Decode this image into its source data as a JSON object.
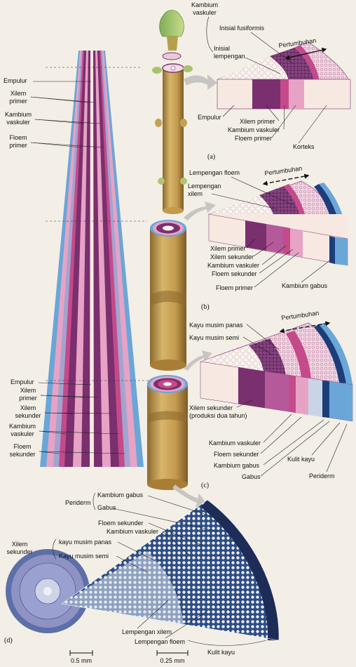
{
  "colors": {
    "blue": "#6aa6d8",
    "pink": "#e6a3c5",
    "magenta": "#c54a8a",
    "purple": "#7a2f6e",
    "cream": "#f7e9e2",
    "bark": "#b8914a",
    "dark_blue": "#1b3e7a"
  },
  "stem_labels_top": {
    "empulur": "Empulur",
    "xilem_primer_1": "Xilem",
    "xilem_primer_2": "primer",
    "kambium_vaskuler_1": "Kambium",
    "kambium_vaskuler_2": "vaskuler",
    "floem_primer_1": "Floem",
    "floem_primer_2": "primer"
  },
  "stem_labels_bottom": {
    "empulur": "Empulur",
    "xilem_primer_1": "Xilem",
    "xilem_primer_2": "primer",
    "xilem_sekunder_1": "Xilem",
    "xilem_sekunder_2": "sekunder",
    "kambium_vaskuler_1": "Kambium",
    "kambium_vaskuler_2": "vaskuler",
    "floem_sekunder_1": "Floem",
    "floem_sekunder_2": "sekunder"
  },
  "panel_a": {
    "letter": "(a)",
    "kambium_vaskuler_1": "Kambium",
    "kambium_vaskuler_2": "vaskuler",
    "inisial_fusiformis": "Inisial fusiformis",
    "inisial_lempengan_1": "Inisial",
    "inisial_lempengan_2": "lempengan",
    "pertumbuhan": "Pertumbuhan",
    "empulur": "Empulur",
    "xilem_primer": "Xilem primer",
    "kambium_vaskuler": "Kambium vaskuler",
    "floem_primer": "Floem primer",
    "korteks": "Korteks"
  },
  "panel_b": {
    "letter": "(b)",
    "lempengan_floem": "Lempengan floem",
    "lempengan_xilem_1": "Lempengan",
    "lempengan_xilem_2": "xilem",
    "pertumbuhan": "Pertumbuhan",
    "xilem_primer": "Xilem primer",
    "xilem_sekunder": "Xilem sekunder",
    "kambium_vaskuler": "Kambium vaskuler",
    "floem_sekunder": "Floem sekunder",
    "floem_primer": "Floem primer",
    "kambium_gabus": "Kambium gabus"
  },
  "panel_c": {
    "letter": "(c)",
    "kayu_musim_panas": "Kayu musim panas",
    "kayu_musim_semi": "Kayu musim semi",
    "pertumbuhan": "Pertumbuhan",
    "xilem_sekunder_1": "Xilem sekunder",
    "xilem_sekunder_2": "(produksi dua tahun)",
    "kambium_vaskuler": "Kambium vaskuler",
    "floem_sekunder": "Floem sekunder",
    "kambium_gabus": "Kambium gabus",
    "gabus": "Gabus",
    "kulit_kayu": "Kulit kayu",
    "periderm": "Periderm"
  },
  "panel_d": {
    "letter": "(d)",
    "periderm": "Periderm",
    "kambium_gabus": "Kambium gabus",
    "gabus": "Gabus",
    "floem_sekunder": "Floem sekunder",
    "kambium_vaskuler": "Kambium vaskuler",
    "xilem_sekunder_1": "Xilem",
    "xilem_sekunder_2": "sekunder",
    "kayu_musim_panas": "kayu musim panas",
    "kayu_musim_semi": "Kayu musim semi",
    "lempengan_xilem": "Lempengan xilem",
    "lempengan_floem": "Lempengan floem",
    "kulit_kayu": "Kulit kayu",
    "scale_left": "0.5 mm",
    "scale_right": "0.25 mm"
  }
}
